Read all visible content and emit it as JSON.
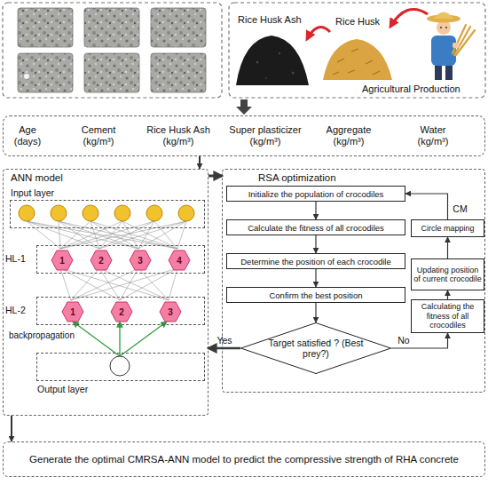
{
  "diagram": {
    "nodes": [
      {
        "text": [
          "Age (days)",
          "Cement (kg/m³)",
          "Rice Husk Ash (kg/m³)",
          "Super plasticizer (kg/m³)",
          "Aggregate (kg/m³)",
          "Water (kg/m³)"
        ]
      },
      {
        "text": [
          "ANN model"
        ]
      },
      {
        "text": [
          "Input layer"
        ],
        "in": 1
      },
      {
        "text": [
          "HL-1"
        ],
        "in": 1
      },
      {
        "text": [
          "1"
        ],
        "in": 3
      },
      {
        "text": [
          "2"
        ],
        "in": 3
      },
      {
        "text": [
          "3"
        ],
        "in": 3
      },
      {
        "text": [
          "4"
        ],
        "in": 3
      },
      {
        "text": [
          "HL-2"
        ],
        "in": 1
      },
      {
        "text": [
          "1"
        ],
        "in": 8
      },
      {
        "text": [
          "2"
        ],
        "in": 8
      },
      {
        "text": [
          "3"
        ],
        "in": 8
      },
      {
        "text": [
          "Output layer"
        ],
        "in": 1
      },
      {
        "text": [
          "RSA optimization"
        ]
      },
      {
        "text": [
          "Initialize the population of crocodiles"
        ],
        "in": 13
      },
      {
        "text": [
          "Calculate the fitness of all crocodiles"
        ],
        "in": 13
      },
      {
        "text": [
          "Determine the position of each crocodile"
        ],
        "in": 13
      },
      {
        "text": [
          "Confirm the best position"
        ],
        "in": 13
      },
      {
        "text": [
          "Target satisfied ? (Best prey?)"
        ],
        "in": 13
      },
      {
        "text": [
          "Calculating the fitness of all crocodiles"
        ],
        "in": 13
      },
      {
        "text": [
          "Updating position of current crocodile"
        ],
        "in": 13
      },
      {
        "text": [
          "Circle mapping"
        ],
        "in": 13
      },
      {
        "text": [
          "Generate the optimal CMRSA-ANN model to predict the compressive strength of RHA concrete"
        ]
      }
    ],
    "edges": [
      {
        "from": 0,
        "to": 1,
        "arrow": "to"
      },
      {
        "from": 1,
        "to": 13,
        "arrow": "to"
      },
      {
        "from": 14,
        "to": 15,
        "arrow": "to"
      },
      {
        "from": 15,
        "to": 16,
        "arrow": "to"
      },
      {
        "from": 16,
        "to": 17,
        "arrow": "to"
      },
      {
        "from": 17,
        "to": 18,
        "arrow": "to"
      },
      {
        "from": 18,
        "to": 1,
        "label": "Yes",
        "arrow": "to"
      },
      {
        "from": 18,
        "to": 19,
        "label": "No",
        "arrow": "to"
      },
      {
        "from": 19,
        "to": 20,
        "arrow": "to"
      },
      {
        "from": 20,
        "to": 21,
        "arrow": "to"
      },
      {
        "from": 21,
        "to": 14,
        "label": "CM",
        "arrow": "to"
      },
      {
        "from": 1,
        "to": 22,
        "arrow": "to"
      }
    ],
    "labels": [
      "Rice Husk Ash",
      "Rice Husk",
      "Agricultural Production",
      "backpropagation"
    ]
  }
}
